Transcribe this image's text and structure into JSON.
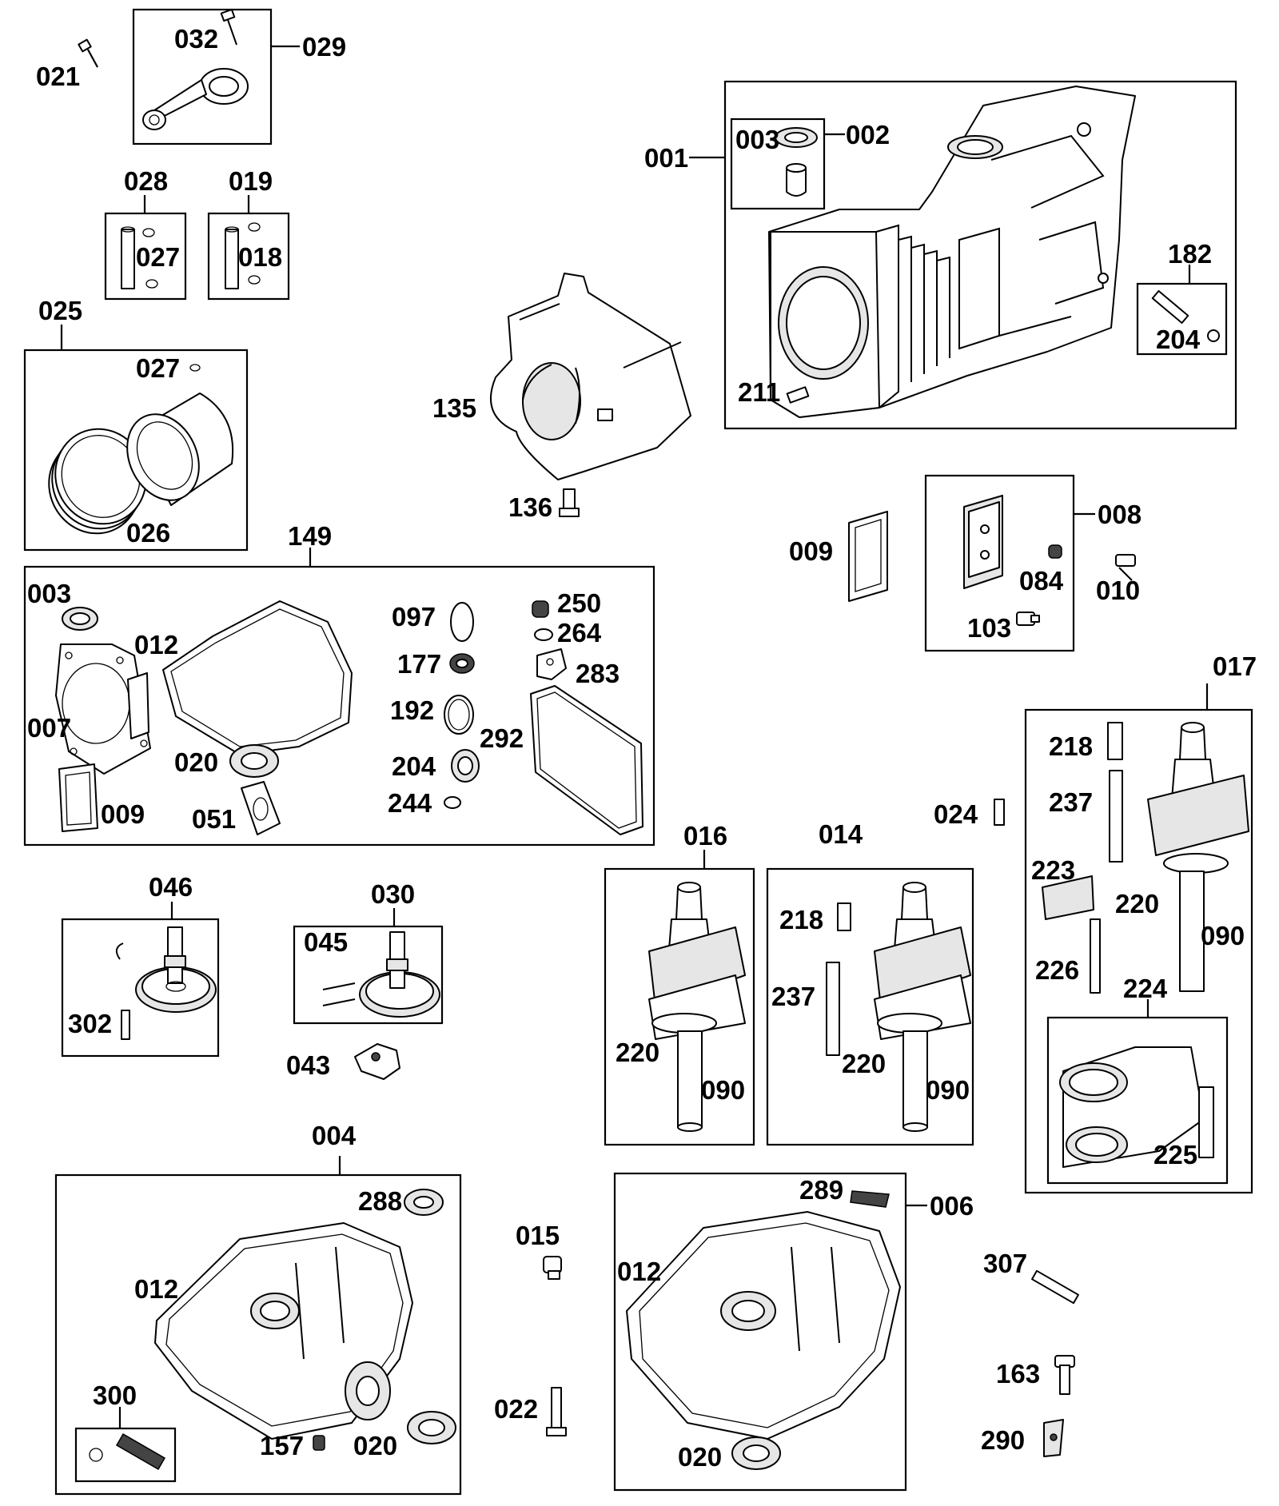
{
  "diagram": {
    "labels": {
      "l001": "001",
      "l002": "002",
      "l003a": "003",
      "l003b": "003",
      "l004": "004",
      "l006": "006",
      "l007": "007",
      "l008": "008",
      "l009a": "009",
      "l009b": "009",
      "l010": "010",
      "l012a": "012",
      "l012b": "012",
      "l012c": "012",
      "l014": "014",
      "l015": "015",
      "l016": "016",
      "l017": "017",
      "l018": "018",
      "l019": "019",
      "l020a": "020",
      "l020b": "020",
      "l020c": "020",
      "l021": "021",
      "l022": "022",
      "l024": "024",
      "l025": "025",
      "l026": "026",
      "l027a": "027",
      "l027b": "027",
      "l028": "028",
      "l029": "029",
      "l030": "030",
      "l032": "032",
      "l043": "043",
      "l045": "045",
      "l046": "046",
      "l051": "051",
      "l084": "084",
      "l090a": "090",
      "l090b": "090",
      "l090c": "090",
      "l097": "097",
      "l103": "103",
      "l135": "135",
      "l136": "136",
      "l149": "149",
      "l157": "157",
      "l163": "163",
      "l177": "177",
      "l182": "182",
      "l192": "192",
      "l204a": "204",
      "l204b": "204",
      "l211": "211",
      "l218a": "218",
      "l218b": "218",
      "l220a": "220",
      "l220b": "220",
      "l220c": "220",
      "l223": "223",
      "l224": "224",
      "l225": "225",
      "l226": "226",
      "l237a": "237",
      "l237b": "237",
      "l244": "244",
      "l250": "250",
      "l264": "264",
      "l283": "283",
      "l288": "288",
      "l289": "289",
      "l290": "290",
      "l292": "292",
      "l300": "300",
      "l302": "302",
      "l307": "307"
    }
  }
}
